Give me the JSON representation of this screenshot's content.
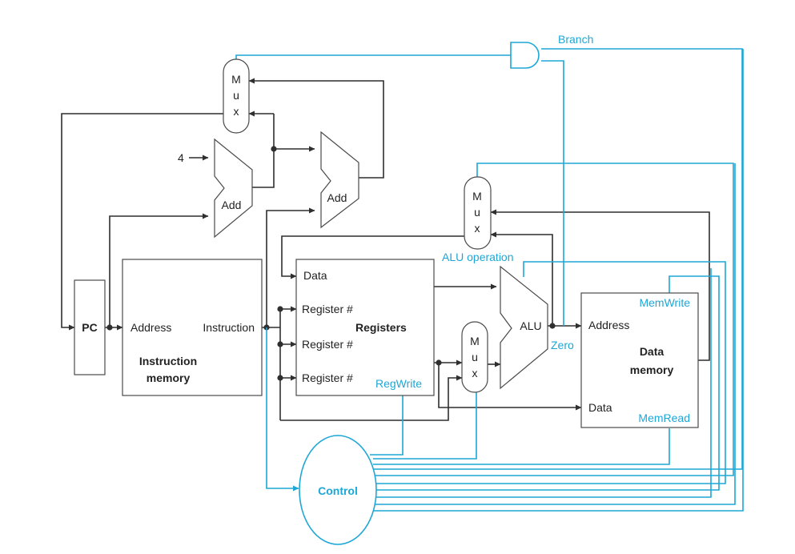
{
  "colors": {
    "wire": "#2f2f2f",
    "control": "#1ea7d6",
    "block_stroke": "#4a4a4a"
  },
  "pc": {
    "label": "PC"
  },
  "const_four": "4",
  "adders": {
    "pc_add": "Add",
    "branch_add": "Add"
  },
  "mux": {
    "letters": [
      "M",
      "u",
      "x"
    ]
  },
  "instruction_memory": {
    "address_port": "Address",
    "instruction_port": "Instruction",
    "title_line1": "Instruction",
    "title_line2": "memory"
  },
  "registers": {
    "title": "Registers",
    "data_port": "Data",
    "reg_port_1": "Register #",
    "reg_port_2": "Register #",
    "reg_port_3": "Register #"
  },
  "alu": {
    "label": "ALU",
    "zero_flag": "Zero"
  },
  "data_memory": {
    "title_line1": "Data",
    "title_line2": "memory",
    "address_port": "Address",
    "data_port": "Data"
  },
  "control": {
    "unit_label": "Control",
    "signals": {
      "branch": "Branch",
      "alu_operation": "ALU operation",
      "mem_write": "MemWrite",
      "mem_read": "MemRead",
      "reg_write": "RegWrite"
    }
  }
}
